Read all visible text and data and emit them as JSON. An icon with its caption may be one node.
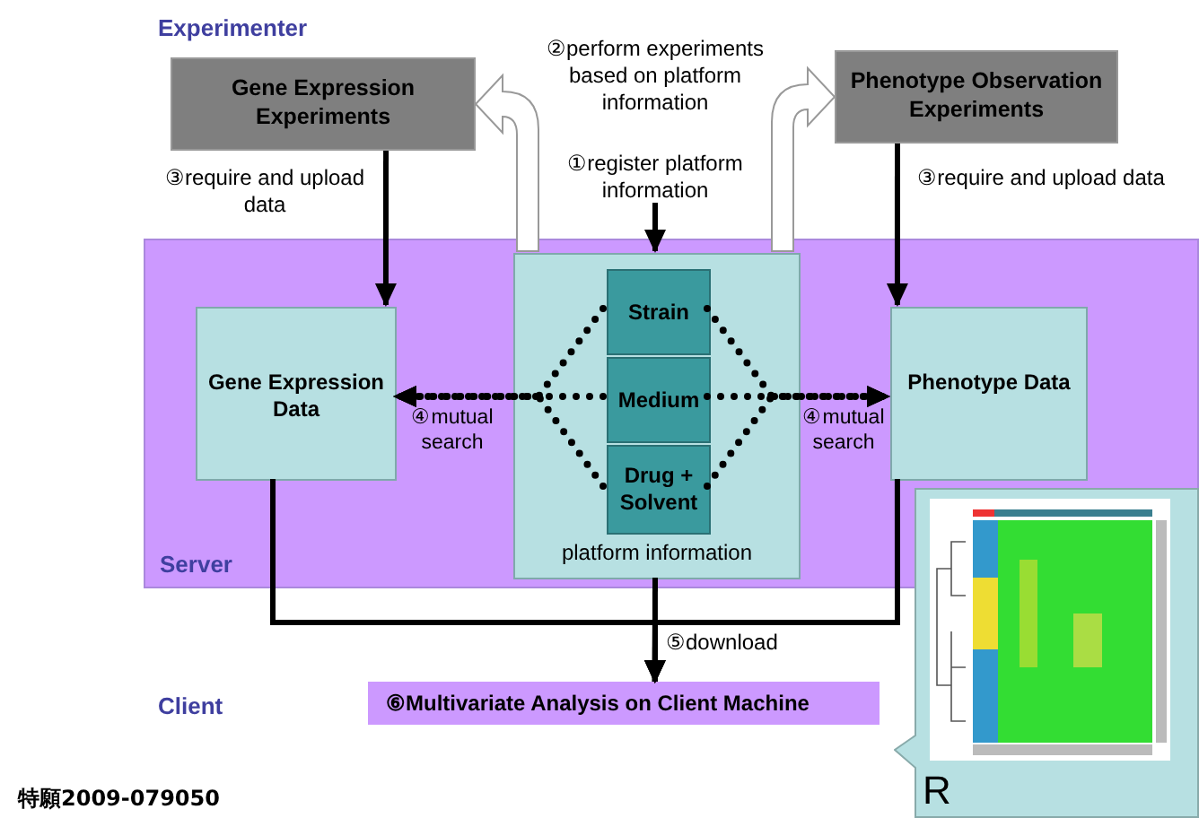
{
  "diagram": {
    "nodes": [
      {
        "text": [
          "Gene Expression Experiments"
        ]
      },
      {
        "text": [
          "Phenotype Observation Experiments"
        ]
      },
      {
        "text": [
          "Server"
        ]
      },
      {
        "text": [
          "Gene Expression Data"
        ],
        "in": 2
      },
      {
        "text": [
          "platform information"
        ],
        "in": 2
      },
      {
        "text": [
          "Strain"
        ],
        "in": 4
      },
      {
        "text": [
          "Medium"
        ],
        "in": 4
      },
      {
        "text": [
          "Drug + Solvent"
        ],
        "in": 4
      },
      {
        "text": [
          "Phenotype Data"
        ],
        "in": 2
      },
      {
        "text": [
          "⑥Multivariate Analysis on Client Machine"
        ]
      },
      {
        "text": [
          "R"
        ]
      }
    ],
    "edges": [
      {
        "from": null,
        "to": 4,
        "arrow": "to",
        "label": "①register platform information"
      },
      {
        "from": 4,
        "to": 0,
        "arrow": "to",
        "style": "thick"
      },
      {
        "from": 4,
        "to": 1,
        "arrow": "to",
        "style": "thick"
      },
      {
        "from": 0,
        "to": 3,
        "arrow": "to",
        "label": "③require and upload data"
      },
      {
        "from": 1,
        "to": 8,
        "arrow": "to",
        "label": "③require and upload data"
      },
      {
        "from": 5,
        "to": 3,
        "arrow": "to",
        "style": "dashed"
      },
      {
        "from": 6,
        "to": 3,
        "arrow": "to",
        "style": "dashed",
        "label": "④mutual search"
      },
      {
        "from": 7,
        "to": 3,
        "arrow": "to",
        "style": "dashed"
      },
      {
        "from": 5,
        "to": 8,
        "arrow": "to",
        "style": "dashed"
      },
      {
        "from": 6,
        "to": 8,
        "arrow": "to",
        "style": "dashed",
        "label": "④mutual search"
      },
      {
        "from": 7,
        "to": 8,
        "arrow": "to",
        "style": "dashed"
      },
      {
        "from": 3,
        "to": 9,
        "arrow": "to"
      },
      {
        "from": 4,
        "to": 9,
        "arrow": "to",
        "label": "⑤download"
      },
      {
        "from": 8,
        "to": 9,
        "arrow": "to"
      }
    ],
    "labels": [
      "Experimenter",
      "②perform experiments based on platform information",
      "Client",
      "特願2009-079050"
    ]
  }
}
